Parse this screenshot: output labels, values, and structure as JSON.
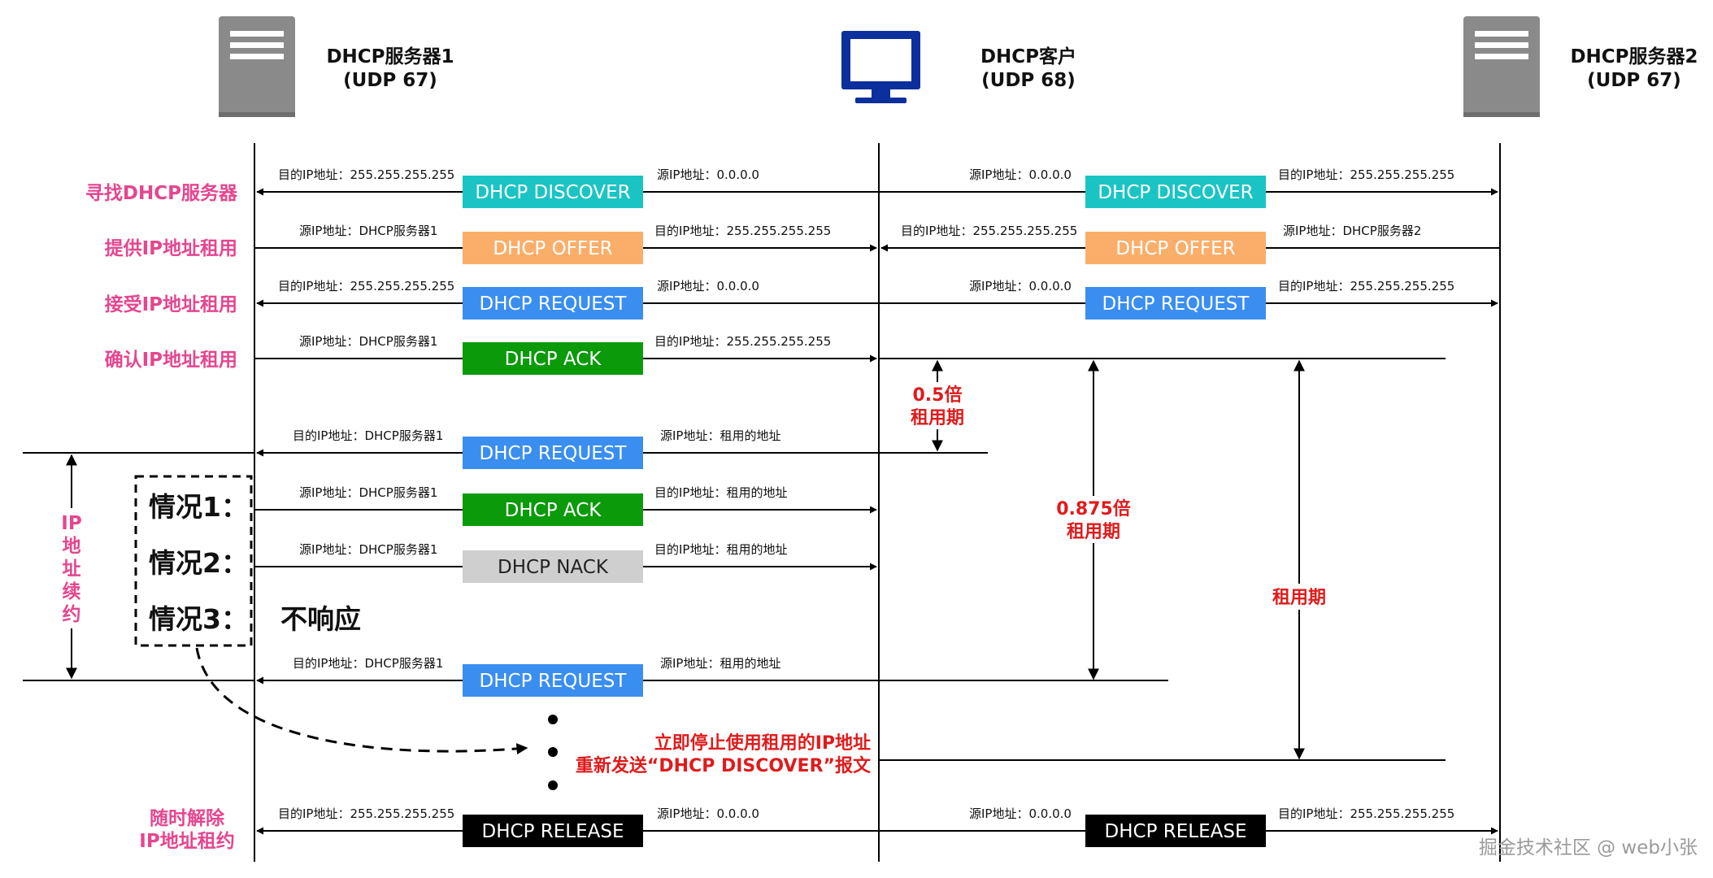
{
  "nodes": {
    "server1": {
      "name": "DHCP服务器1",
      "port": "(UDP 67)",
      "icon": "server-icon"
    },
    "client": {
      "name": "DHCP客户",
      "port": "(UDP 68)",
      "icon": "monitor-icon"
    },
    "server2": {
      "name": "DHCP服务器2",
      "port": "(UDP 67)",
      "icon": "server-icon"
    }
  },
  "steps": {
    "discover": "寻找DHCP服务器",
    "offer": "提供IP地址租用",
    "request": "接受IP地址租用",
    "ack": "确认IP地址租用",
    "release_l1": "随时解除",
    "release_l2": "IP地址租约"
  },
  "messages": {
    "discover": "DHCP DISCOVER",
    "offer": "DHCP OFFER",
    "request": "DHCP REQUEST",
    "ack": "DHCP ACK",
    "nack": "DHCP NACK",
    "release": "DHCP RELEASE"
  },
  "addr": {
    "dst_bcast": "目的IP地址：255.255.255.255",
    "src_zero": "源IP地址：0.0.0.0",
    "src_s1": "源IP地址：DHCP服务器1",
    "src_s2": "源IP地址：DHCP服务器2",
    "dst_s1": "目的IP地址：DHCP服务器1",
    "src_leased": "源IP地址：租用的地址",
    "dst_leased": "目的IP地址：租用的地址"
  },
  "timers": {
    "t1_l1": "0.5倍",
    "t1_l2": "租用期",
    "t2_l1": "0.875倍",
    "t2_l2": "租用期",
    "lease": "租用期"
  },
  "renewal": {
    "label_chars": [
      "IP",
      "地",
      "址",
      "续",
      "约"
    ]
  },
  "cases": {
    "case1": "情况1：",
    "case2": "情况2：",
    "case3": "情况3：",
    "no_response": "不响应"
  },
  "fallback": {
    "line1": "立即停止使用租用的IP地址",
    "line2": "重新发送“DHCP DISCOVER”报文"
  },
  "watermark": "掘金技术社区 @ web小张",
  "colors": {
    "discover": "#1bc4c4",
    "offer": "#fbae6a",
    "request": "#3a8ef0",
    "ack": "#0a9a0a",
    "nack": "#cfcfcf",
    "release": "#000000",
    "step_label": "#e6458f",
    "timer_label": "#e01b1b",
    "monitor": "#0c2f9e",
    "server": "#8a8a8a"
  }
}
